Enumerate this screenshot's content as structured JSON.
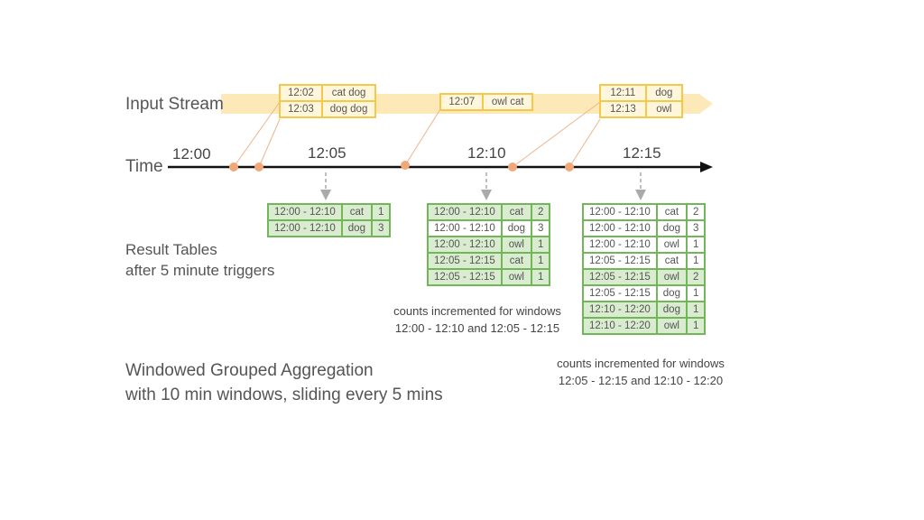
{
  "labels": {
    "input_stream": "Input Stream",
    "time": "Time",
    "result_tables_line1": "Result Tables",
    "result_tables_line2": "after 5 minute triggers",
    "agg_line1": "Windowed Grouped Aggregation",
    "agg_line2": "with 10 min windows, sliding every 5 mins"
  },
  "timeline": {
    "ticks": [
      "12:00",
      "12:05",
      "12:10",
      "12:15"
    ]
  },
  "events": [
    {
      "rows": [
        [
          "12:02",
          "cat dog"
        ],
        [
          "12:03",
          "dog dog"
        ]
      ]
    },
    {
      "rows": [
        [
          "12:07",
          "owl cat"
        ]
      ]
    },
    {
      "rows": [
        [
          "12:11",
          "dog"
        ],
        [
          "12:13",
          "owl"
        ]
      ]
    }
  ],
  "results": [
    {
      "rows": [
        [
          "12:00 - 12:10",
          "cat",
          "1"
        ],
        [
          "12:00 - 12:10",
          "dog",
          "3"
        ]
      ]
    },
    {
      "rows": [
        [
          "12:00 - 12:10",
          "cat",
          "2"
        ],
        [
          "12:00 - 12:10",
          "dog",
          "3"
        ],
        [
          "12:00 - 12:10",
          "owl",
          "1"
        ],
        [
          "12:05 - 12:15",
          "cat",
          "1"
        ],
        [
          "12:05 - 12:15",
          "owl",
          "1"
        ]
      ]
    },
    {
      "rows": [
        [
          "12:00 - 12:10",
          "cat",
          "2"
        ],
        [
          "12:00 - 12:10",
          "dog",
          "3"
        ],
        [
          "12:00 - 12:10",
          "owl",
          "1"
        ],
        [
          "12:05 - 12:15",
          "cat",
          "1"
        ],
        [
          "12:05 - 12:15",
          "owl",
          "2"
        ],
        [
          "12:05 - 12:15",
          "dog",
          "1"
        ],
        [
          "12:10 - 12:20",
          "dog",
          "1"
        ],
        [
          "12:10 - 12:20",
          "owl",
          "1"
        ]
      ]
    }
  ],
  "notes": [
    {
      "line1": "counts incremented for windows",
      "line2": "12:00 - 12:10 and 12:05 - 12:15"
    },
    {
      "line1": "counts incremented for windows",
      "line2": "12:05 - 12:15 and 12:10 - 12:20"
    }
  ],
  "colors": {
    "stream_band": "#fde9b8",
    "event_border": "#f5c84a",
    "event_dot": "#f0a878",
    "result_border": "#72b65a",
    "result_highlight": "#d9ecd0",
    "arrow_gray": "#aaaaaa"
  }
}
